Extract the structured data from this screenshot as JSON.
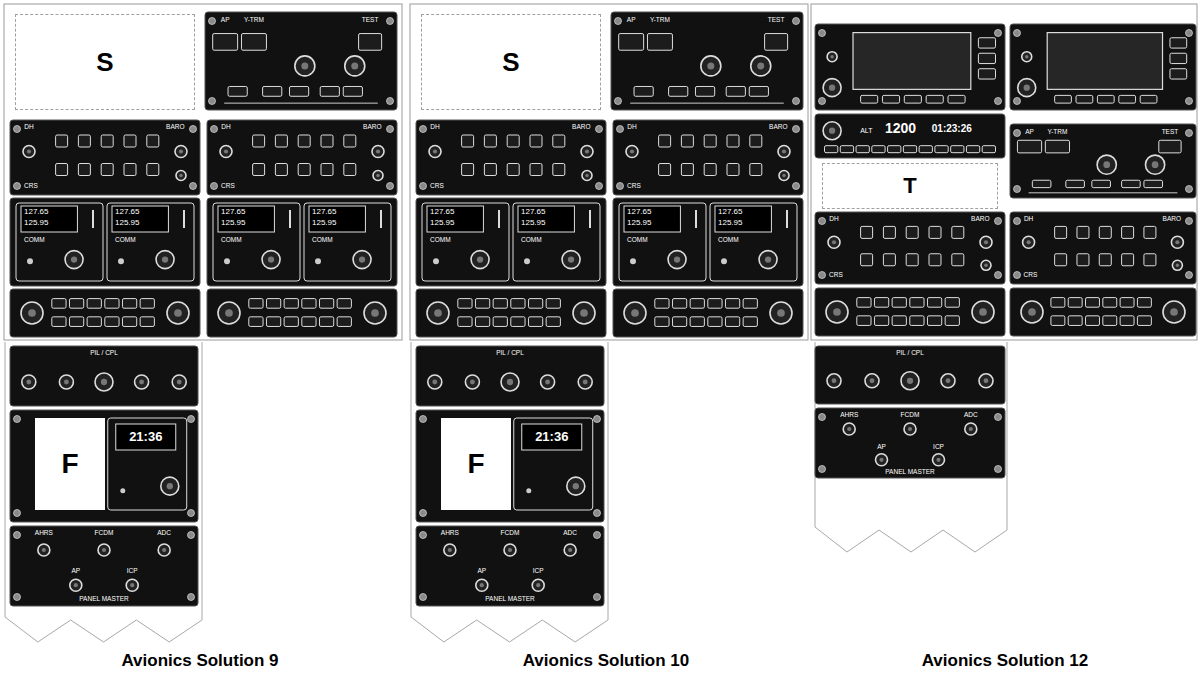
{
  "diagram": {
    "nodes": [
      {
        "text": [
          "S"
        ]
      },
      {
        "text": [
          "F"
        ]
      },
      {
        "text": [
          "S"
        ]
      },
      {
        "text": [
          "F"
        ]
      },
      {
        "text": [
          "T"
        ]
      }
    ],
    "labels": [
      "AP",
      "Y-TRM",
      "TEST",
      "DH",
      "BARO",
      "CRS",
      "DH",
      "BARO",
      "CRS",
      "127.65",
      "125.95",
      "COMM",
      "127.65",
      "125.95",
      "COMM",
      "127.65",
      "125.95",
      "COMM",
      "127.65",
      "125.95",
      "COMM",
      "PIL / CPL",
      "21:36",
      "AHRS",
      "FCDM",
      "ADC",
      "AP",
      "ICP",
      "PANEL MASTER",
      "Avionics Solution 9",
      "AP",
      "Y-TRM",
      "TEST",
      "DH",
      "BARO",
      "CRS",
      "DH",
      "BARO",
      "CRS",
      "127.65",
      "125.95",
      "COMM",
      "127.65",
      "125.95",
      "COMM",
      "127.65",
      "125.95",
      "COMM",
      "127.65",
      "125.95",
      "COMM",
      "PIL / CPL",
      "21:36",
      "AHRS",
      "FCDM",
      "ADC",
      "AP",
      "ICP",
      "PANEL MASTER",
      "Avionics Solution 10",
      "ALT",
      "1200",
      "01:23:26",
      "AP",
      "Y-TRM",
      "TEST",
      "DH",
      "BARO",
      "CRS",
      "DH",
      "BARO",
      "CRS",
      "PIL / CPL",
      "AHRS",
      "FCDM",
      "ADC",
      "AP",
      "ICP",
      "PANEL MASTER",
      "Avionics Solution 12"
    ]
  }
}
